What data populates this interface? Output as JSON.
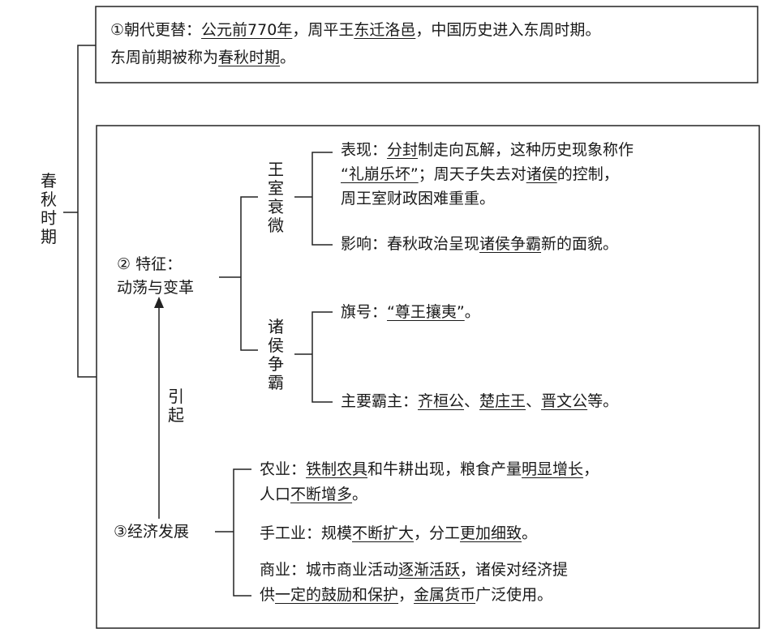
{
  "root_label": "春秋时期",
  "box1": {
    "l1": {
      "a": "①朝代更替：",
      "b": "公元前770年",
      "c": "，周平王",
      "d": "东迁洛邑",
      "e": "，中国历史进入东周时期。"
    },
    "l2": {
      "a": "东周前期被称为",
      "b": "春秋时期",
      "c": "。"
    }
  },
  "feature": {
    "title": "② 特征：",
    "subtitle": "动荡与变革"
  },
  "decline": {
    "label": "王室衰微",
    "bx1": {
      "a": "表现：",
      "b": "分封",
      "c": "制走向瓦解，这种历史现象称作"
    },
    "bx2": {
      "a": "“礼崩乐坏”",
      "b": "；周天子失去对",
      "c": "诸侯",
      "d": "的控制，"
    },
    "bx3": "周王室财政困难重重。",
    "impact": {
      "a": "影响：春秋政治呈现",
      "b": "诸侯争霸",
      "c": "新的面貌。"
    }
  },
  "hegemony": {
    "label": "诸侯争霸",
    "slogan": {
      "a": "旗号：",
      "b": "“尊王攘夷”",
      "c": "。"
    },
    "lords": {
      "a": "主要霸主：",
      "b": "齐桓公",
      "c": "、",
      "d": "楚庄王",
      "e": "、",
      "f": "晋文公",
      "g": "等。"
    }
  },
  "cause_label": "引起",
  "economy": {
    "title": "③经济发展",
    "agri1": {
      "a": "农业：",
      "b": "铁制农具",
      "c": "和牛耕出现，粮食产量",
      "d": "明显增长",
      "e": "，"
    },
    "agri2": {
      "a": "人口",
      "b": "不断增多",
      "c": "。"
    },
    "craft": {
      "a": "手工业：规模",
      "b": "不断扩大",
      "c": "，分工",
      "d": "更加细致",
      "e": "。"
    },
    "comm1": {
      "a": "商业：城市商业活动",
      "b": "逐渐活跃",
      "c": "，诸侯对经济提"
    },
    "comm2": {
      "a": "供",
      "b": "一定的鼓励和保护",
      "c": "，",
      "d": "金属货币",
      "e": "广泛使用。"
    }
  }
}
